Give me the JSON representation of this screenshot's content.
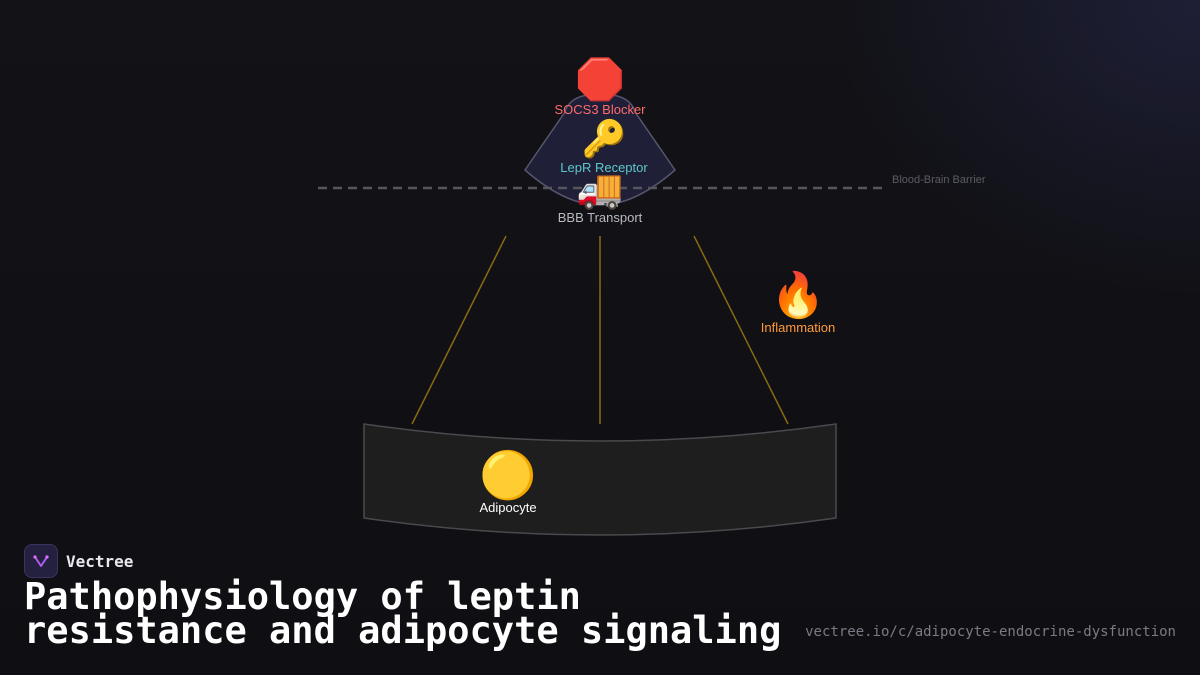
{
  "diagram": {
    "nodes": {
      "socs3": {
        "icon": "stop-sign-icon",
        "glyph": "🛑",
        "label": "SOCS3 Blocker",
        "color": "#ff6b6b"
      },
      "lepr": {
        "icon": "key-icon",
        "glyph": "🔑",
        "label": "LepR Receptor",
        "color": "#5ec8c8"
      },
      "bbb": {
        "icon": "truck-icon",
        "glyph": "🚚",
        "label": "BBB Transport",
        "color": "#b8b8c0"
      },
      "inflammation": {
        "icon": "fire-icon",
        "glyph": "🔥",
        "label": "Inflammation",
        "color": "#ff9a3c"
      },
      "adipocyte": {
        "icon": "yellow-circle-icon",
        "glyph": "🟡",
        "label": "Adipocyte",
        "color": "#ffffff"
      }
    },
    "barrier_label": "Blood-Brain Barrier",
    "colors": {
      "connector": "#8a6a12",
      "barrier": "#55555c",
      "hypothalamus_fill": "#1f2038",
      "tissue_fill": "#1e1e1e"
    }
  },
  "footer": {
    "brand_name": "Vectree",
    "title": "Pathophysiology of leptin resistance and adipocyte signaling",
    "url": "vectree.io/c/adipocyte-endocrine-dysfunction"
  }
}
